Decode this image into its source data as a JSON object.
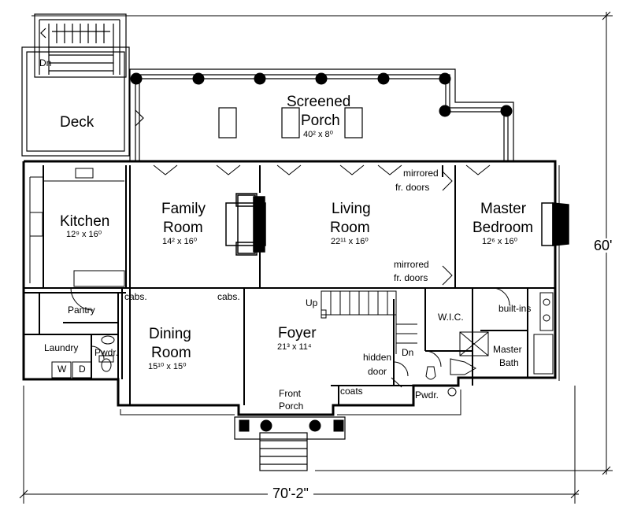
{
  "plan": {
    "rooms": {
      "screened_porch": {
        "name1": "Screened",
        "name2": "Porch",
        "dim": "40² x 8⁰"
      },
      "deck": {
        "name": "Deck"
      },
      "deck_stair": {
        "label": "Dn"
      },
      "kitchen": {
        "name": "Kitchen",
        "dim": "12⁹ x 16⁰"
      },
      "family_room": {
        "name1": "Family",
        "name2": "Room",
        "dim": "14² x 16⁰"
      },
      "living_room": {
        "name1": "Living",
        "name2": "Room",
        "dim": "22¹¹ x 16⁰"
      },
      "master_bedroom": {
        "name1": "Master",
        "name2": "Bedroom",
        "dim": "12⁶ x 16⁰"
      },
      "dining_room": {
        "name1": "Dining",
        "name2": "Room",
        "dim": "15¹⁰ x 15⁰"
      },
      "foyer": {
        "name": "Foyer",
        "dim": "21³ x 11⁴"
      },
      "front_porch": {
        "name1": "Front",
        "name2": "Porch"
      }
    },
    "notes": {
      "mirrored_top_1": "mirrored",
      "mirrored_top_2": "fr. doors",
      "mirrored_bottom_1": "mirrored",
      "mirrored_bottom_2": "fr. doors",
      "pantry": "Pantry",
      "laundry": "Laundry",
      "washer": "W",
      "dryer": "D",
      "powder_left": "Pwdr.",
      "powder_right": "Pwdr.",
      "cabs_left": "cabs.",
      "cabs_right": "cabs.",
      "stair_up": "Up",
      "stair_down": "Dn",
      "hidden_door_1": "hidden",
      "hidden_door_2": "door",
      "coats": "coats",
      "wic": "W.I.C.",
      "built_ins": "built-ins",
      "master_bath_1": "Master",
      "master_bath_2": "Bath"
    },
    "overall": {
      "width": "70'-2\"",
      "depth": "60'"
    }
  }
}
